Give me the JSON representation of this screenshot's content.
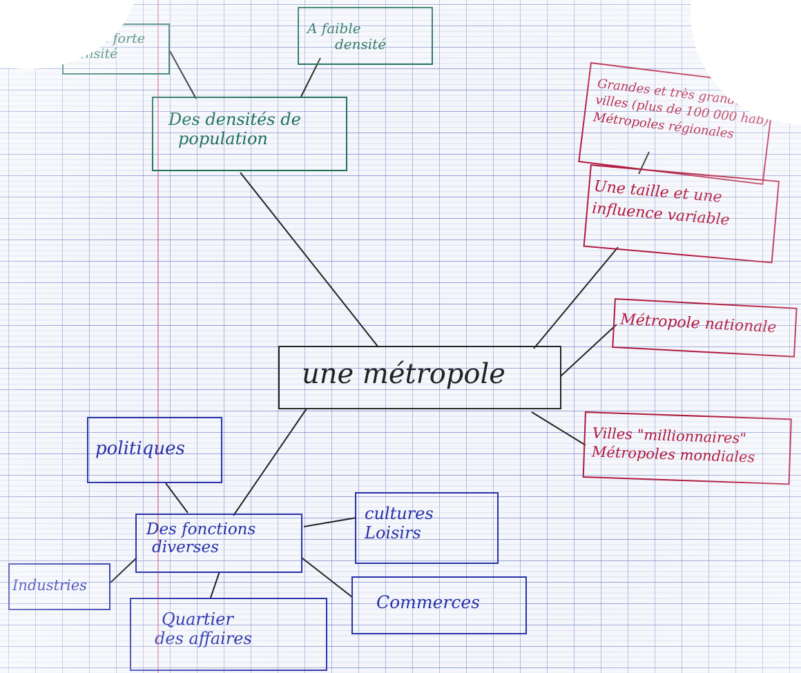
{
  "colors": {
    "center": "#222222",
    "density_branch": "#1e6f5a",
    "size_branch": "#b0183e",
    "functions_branch": "#2630a8"
  },
  "center": {
    "label": "une métropole"
  },
  "density": {
    "label_line1": "Des densités de",
    "label_line2": "population",
    "high_line1": "A très forte",
    "high_line2": "densité",
    "low_line1": "A faible",
    "low_line2": "densité"
  },
  "size": {
    "label_line1": "Une taille et une",
    "label_line2": "influence variable",
    "regional_line1": "Grandes et très grandes",
    "regional_line2": "villes (plus de 100 000 hab)",
    "regional_line3": "Métropoles régionales",
    "national": "Métropole nationale",
    "world_line1": "Villes \"millionnaires\"",
    "world_line2": "Métropoles mondiales"
  },
  "functions": {
    "label_line1": "Des fonctions",
    "label_line2": "diverses",
    "politics": "politiques",
    "culture_line1": "cultures",
    "culture_line2": "Loisirs",
    "industry": "Industries",
    "commerce": "Commerces",
    "business_line1": "Quartier",
    "business_line2": "des affaires"
  }
}
